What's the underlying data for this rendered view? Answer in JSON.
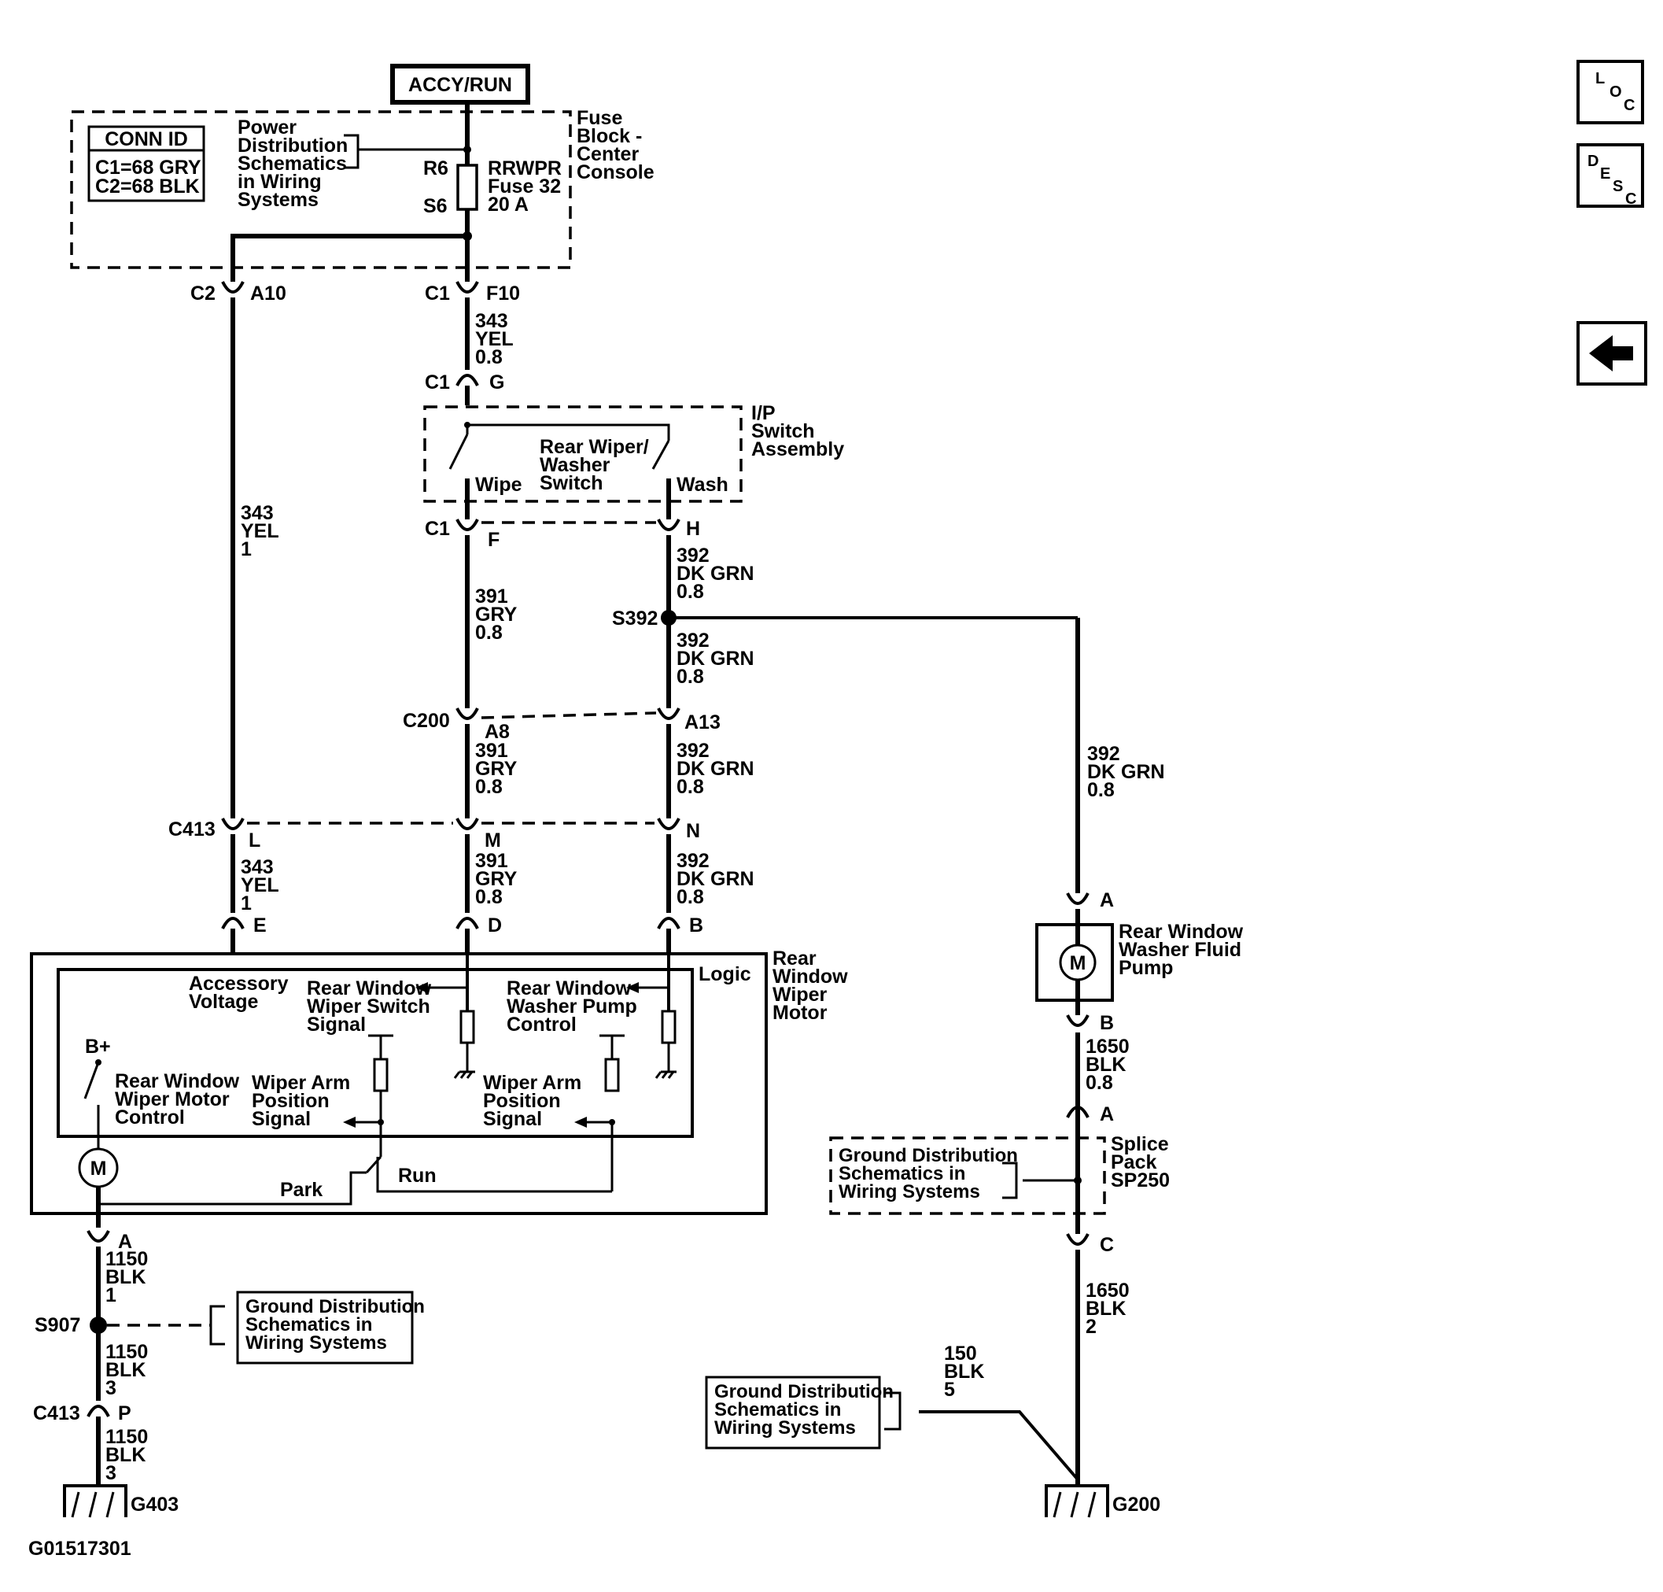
{
  "header": {
    "power_mode": "ACCY/RUN"
  },
  "nav": {
    "loc": [
      "L",
      "O",
      "C"
    ],
    "desc": [
      "D",
      "E",
      "S",
      "C"
    ],
    "back_icon": "left-arrow-icon"
  },
  "conn_id": {
    "title": "CONN ID",
    "c1": "C1=68 GRY",
    "c2": "C2=68 BLK"
  },
  "fuse_block": {
    "name": [
      "Fuse",
      "Block -",
      "Center",
      "Console"
    ],
    "power_note": [
      "Power",
      "Distribution",
      "Schematics",
      "in Wiring",
      "Systems"
    ],
    "pin_top": "R6",
    "pin_bottom": "S6",
    "fuse_label": [
      "RRWPR",
      "Fuse 32",
      "20 A"
    ]
  },
  "connectors": {
    "c2_a10": [
      "C2",
      "A10"
    ],
    "c1_f10": [
      "C1",
      "F10"
    ],
    "c1_g": [
      "C1",
      "G"
    ],
    "c1_f": [
      "C1",
      "F"
    ],
    "c1_h": "H",
    "c200_a8": [
      "C200",
      "A8"
    ],
    "c200_a13": "A13",
    "c413_l": [
      "C413",
      "L"
    ],
    "c413_m": "M",
    "c413_n": "N",
    "motor_e": "E",
    "motor_d": "D",
    "motor_b": "B",
    "motor_a": "A",
    "c413_p": [
      "C413",
      "P"
    ],
    "pump_a": "A",
    "pump_b": "B",
    "splice_a": "A",
    "splice_c": "C"
  },
  "wires": {
    "w343_08": [
      "343",
      "YEL",
      "0.8"
    ],
    "w343_1a": [
      "343",
      "YEL",
      "1"
    ],
    "w343_1b": [
      "343",
      "YEL",
      "1"
    ],
    "w391_a": [
      "391",
      "GRY",
      "0.8"
    ],
    "w391_b": [
      "391",
      "GRY",
      "0.8"
    ],
    "w391_c": [
      "391",
      "GRY",
      "0.8"
    ],
    "w392_a": [
      "392",
      "DK GRN",
      "0.8"
    ],
    "w392_b": [
      "392",
      "DK GRN",
      "0.8"
    ],
    "w392_c": [
      "392",
      "DK GRN",
      "0.8"
    ],
    "w392_d": [
      "392",
      "DK GRN",
      "0.8"
    ],
    "w392_e": [
      "392",
      "DK GRN",
      "0.8"
    ],
    "w1150_1": [
      "1150",
      "BLK",
      "1"
    ],
    "w1150_3a": [
      "1150",
      "BLK",
      "3"
    ],
    "w1150_3b": [
      "1150",
      "BLK",
      "3"
    ],
    "w1650_08": [
      "1650",
      "BLK",
      "0.8"
    ],
    "w1650_2": [
      "1650",
      "BLK",
      "2"
    ],
    "w150_5": [
      "150",
      "BLK",
      "5"
    ]
  },
  "switch_assembly": {
    "name": [
      "I/P",
      "Switch",
      "Assembly"
    ],
    "switch_name": [
      "Rear Wiper/",
      "Washer",
      "Switch"
    ],
    "wipe": "Wipe",
    "wash": "Wash"
  },
  "splices": {
    "s392": "S392",
    "s907": "S907"
  },
  "motor_module": {
    "name": [
      "Rear",
      "Window",
      "Wiper",
      "Motor"
    ],
    "logic": "Logic",
    "accessory": [
      "Accessory",
      "Voltage"
    ],
    "wiper_switch_signal": [
      "Rear Window",
      "Wiper Switch",
      "Signal"
    ],
    "washer_pump_control": [
      "Rear Window",
      "Washer Pump",
      "Control"
    ],
    "bplus": "B+",
    "motor_control": [
      "Rear Window",
      "Wiper Motor",
      "Control"
    ],
    "arm_pos_1": [
      "Wiper Arm",
      "Position",
      "Signal"
    ],
    "arm_pos_2": [
      "Wiper Arm",
      "Position",
      "Signal"
    ],
    "park": "Park",
    "run": "Run",
    "motor_symbol": "M"
  },
  "washer_pump": {
    "name": [
      "Rear Window",
      "Washer Fluid",
      "Pump"
    ],
    "symbol": "M"
  },
  "splice_pack": {
    "name": [
      "Splice",
      "Pack",
      "SP250"
    ],
    "note": [
      "Ground Distribution",
      "Schematics in",
      "Wiring Systems"
    ]
  },
  "ground_notes": {
    "left": [
      "Ground Distribution",
      "Schematics in",
      "Wiring Systems"
    ],
    "bottom": [
      "Ground Distribution",
      "Schematics in",
      "Wiring Systems"
    ]
  },
  "grounds": {
    "g403": "G403",
    "g200": "G200"
  },
  "figure_id": "G01517301"
}
